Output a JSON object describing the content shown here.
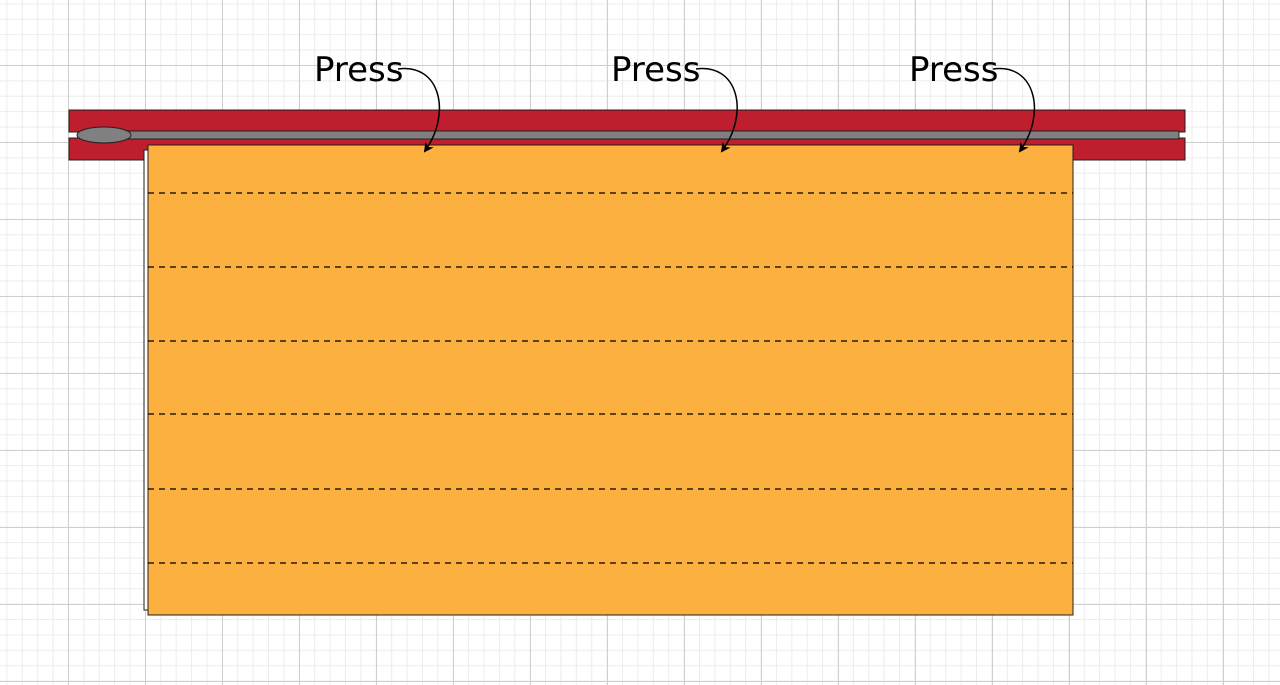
{
  "labels": {
    "press_1": "Press",
    "press_2": "Press",
    "press_3": "Press"
  },
  "colors": {
    "binding": "#be1e2d",
    "cord": "#808080",
    "fabric": "#fbb040",
    "outline": "#231f20",
    "seam": "#000000"
  },
  "icons": {
    "arrow": "curved-arrow-icon",
    "cord_end": "cord-end-icon"
  }
}
